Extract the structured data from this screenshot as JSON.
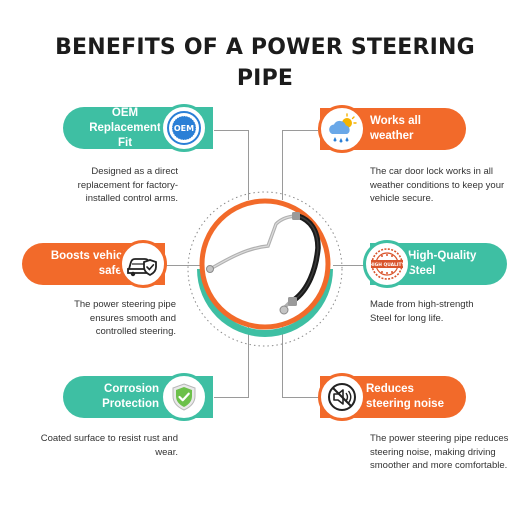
{
  "title": {
    "line1": "BENEFITS OF A POWER STEERING",
    "line2": "PIPE"
  },
  "colors": {
    "teal": "#3ebfa3",
    "orange": "#f26a2a",
    "text": "#333333"
  },
  "benefits": [
    {
      "id": "oem",
      "title_lines": [
        "OEM",
        "Replacement Fit"
      ],
      "icon": "oem-badge-icon",
      "badge_text": "OEM",
      "color": "teal",
      "description": "Designed as a direct replacement for factory-installed control arms."
    },
    {
      "id": "weather",
      "title_lines": [
        "Works all",
        "weather"
      ],
      "icon": "weather-icon",
      "color": "orange",
      "description": "The car door lock works in all weather conditions to keep your vehicle secure."
    },
    {
      "id": "safety",
      "title_lines": [
        "Boosts vehicle",
        "safety"
      ],
      "icon": "car-shield-icon",
      "color": "orange",
      "description": "The power steering pipe ensures smooth and controlled steering."
    },
    {
      "id": "steel",
      "title_lines": [
        "High-Quality",
        "Steel"
      ],
      "icon": "quality-stamp-icon",
      "badge_text": "HIGH QUALITY",
      "color": "teal",
      "description": "Made from high-strength Steel for long life."
    },
    {
      "id": "corrosion",
      "title_lines": [
        "Corrosion",
        "Protection"
      ],
      "icon": "shield-check-icon",
      "color": "teal",
      "description": "Coated surface to resist rust and wear."
    },
    {
      "id": "noise",
      "title_lines": [
        "Reduces",
        "steering noise"
      ],
      "icon": "mute-noise-icon",
      "color": "orange",
      "description": "The power steering pipe reduces steering noise, making driving smoother and more comfortable."
    }
  ],
  "center_image": "power-steering-pipe"
}
